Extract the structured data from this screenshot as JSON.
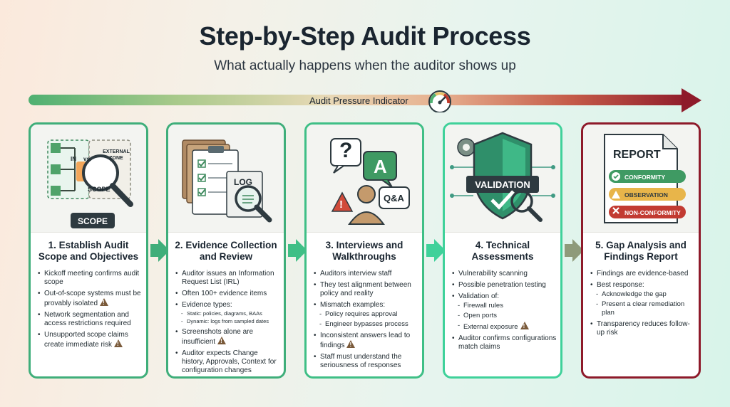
{
  "header": {
    "title": "Step-by-Step Audit Process",
    "subtitle": "What actually happens when the auditor shows up"
  },
  "pressure": {
    "label": "Audit Pressure Indicator",
    "gradient_start": "#4fb071",
    "gradient_end": "#8e1a2a"
  },
  "colors": {
    "card_border_green": "#3fae7a",
    "card_border_olive": "#8e9a7a",
    "card_border_red": "#8e1a2a",
    "warning": "#7a5a3a"
  },
  "steps": [
    {
      "heading": "1. Establish Audit Scope and Objectives",
      "illustration": {
        "in_label": "IN",
        "vs_label": "vs.",
        "external_label": "EXTERNAL ZONE",
        "magnifier_label": "SCOPE",
        "banner_label": "SCOPE"
      },
      "bullets": [
        "Kickoff meeting confirms audit scope",
        "Out-of-scope systems must be provably isolated",
        "Network segmentation and access restrictions required",
        "Unsupported scope claims create immediate risk"
      ]
    },
    {
      "heading": "2. Evidence Collection and Review",
      "illustration": {
        "doc_label": "LOG"
      },
      "bullets": [
        "Auditor issues an Information Request List (IRL)",
        "Often 100+ evidence items",
        "Evidence types:",
        "Static: policies, diagrams, BAAs",
        "Dynamic: logs from sampled dates",
        "Screenshots alone are insufficient",
        "Auditor expects Change history, Approvals, Context for configuration changes"
      ]
    },
    {
      "heading": "3. Interviews and Walkthroughs",
      "illustration": {
        "question": "?",
        "answer": "A",
        "qa": "Q&A",
        "alert": "!"
      },
      "bullets": [
        "Auditors interview staff",
        "They test alignment between policy and reality",
        "Mismatch examples:",
        "Policy requires approval",
        "Engineer bypasses process",
        "Inconsistent answers lead to findings",
        "Staff must understand the seriousness of responses"
      ]
    },
    {
      "heading": "4. Technical Assessments",
      "illustration": {
        "badge_label": "VALIDATION"
      },
      "bullets": [
        "Vulnerability scanning",
        "Possible penetration testing",
        "Validation of:",
        "Firewall rules",
        "Open ports",
        "External exposure",
        "Auditor confirms configurations match claims"
      ]
    },
    {
      "heading": "5. Gap Analysis and Findings Report",
      "illustration": {
        "report_title": "REPORT",
        "tags": [
          "CONFORMITY",
          "OBSERVATION",
          "NON-CONFORMITY"
        ]
      },
      "bullets": [
        "Findings are evidence-based",
        "Best response:",
        "Acknowledge the gap",
        "Present a clear remediation plan",
        "Transparency reduces follow-up risk"
      ]
    }
  ]
}
